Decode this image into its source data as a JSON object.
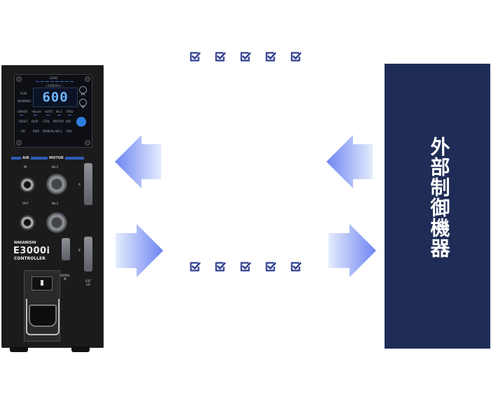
{
  "controller": {
    "display_value": "600",
    "panel_labels": {
      "load": "LOAD",
      "speed": "×1000min⁻¹",
      "run": "RUN",
      "warning": "WARNING",
      "buttons_row1": [
        "ERROR",
        "•Brush",
        "AUTO",
        "No.1",
        "FWD"
      ],
      "buttons_row2": [
        "RESET",
        "DISP",
        "CTRL",
        "MOTOR",
        "DIR"
      ],
      "buttons_row3": [
        "•ID",
        "PWR",
        "MANUAL",
        "NO.2",
        "RSV"
      ]
    },
    "section_labels": {
      "air": "AIR",
      "motor": "MOTOR"
    },
    "port_labels": {
      "in": "IN",
      "out": "OUT",
      "no1": "No.1",
      "no2": "No.2",
      "a": "A",
      "b": "B"
    },
    "brand": "NAKANISHI",
    "model": "E3000i",
    "subtitle": "CONTROLLER",
    "serial_label": "SERIAL I/F",
    "ext_label": "EXT I/O"
  },
  "external_device": {
    "label": "外部制御機器"
  },
  "colors": {
    "check": "#2f3e8f",
    "navy_box": "#1f2d56",
    "arrow_light": "#e4ecfd",
    "arrow_dark": "#6d84f2"
  },
  "icons": {
    "check": "check-square-icon",
    "arrow_left": "arrow-left-icon",
    "arrow_right": "arrow-right-icon"
  }
}
